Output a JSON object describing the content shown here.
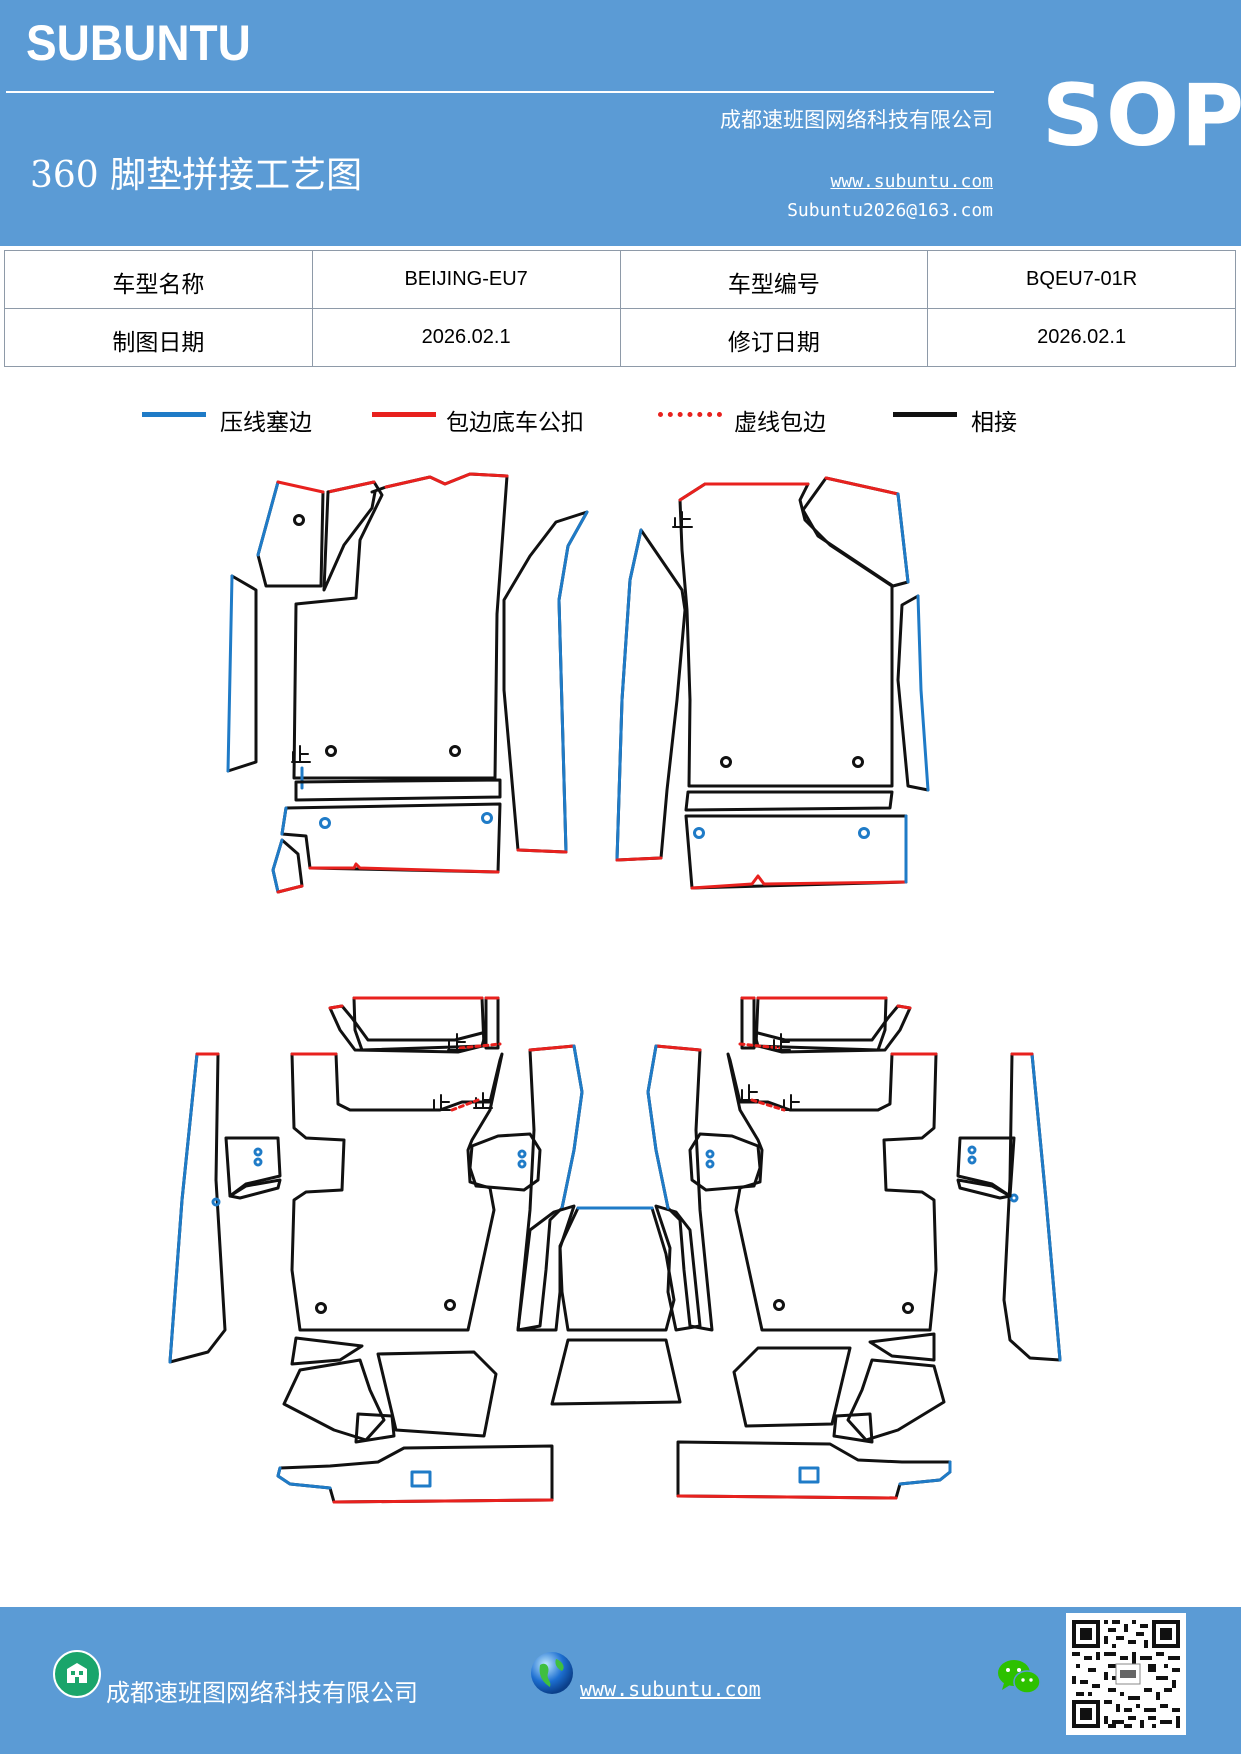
{
  "header": {
    "brand": "SUBUNTU",
    "badge": "SOP",
    "title": "360 脚垫拼接工艺图",
    "company": "成都速班图网络科技有限公司",
    "website": "www.subuntu.com",
    "email": "Subuntu2026@163.com",
    "background_color": "#5b9bd5"
  },
  "info_table": {
    "model_name_label": "车型名称",
    "model_name_value": "BEIJING-EU7",
    "model_code_label": "车型编号",
    "model_code_value": "BQEU7-01R",
    "draw_date_label": "制图日期",
    "draw_date_value": "2026.02.1",
    "revise_date_label": "修订日期",
    "revise_date_value": "2026.02.1"
  },
  "legend": [
    {
      "label": "压线塞边",
      "color": "#1f7bc7",
      "style": "solid"
    },
    {
      "label": "包边底车公扣",
      "color": "#e8211e",
      "style": "solid"
    },
    {
      "label": "虚线包边",
      "color": "#e8211e",
      "style": "dotted"
    },
    {
      "label": "相接",
      "color": "#111111",
      "style": "solid"
    }
  ],
  "diagram": {
    "joint_mark": "止"
  },
  "footer": {
    "company": "成都速班图网络科技有限公司",
    "website": "www.subuntu.com",
    "icons": [
      "building-icon",
      "globe-icon",
      "wechat-icon",
      "qr-code"
    ]
  }
}
